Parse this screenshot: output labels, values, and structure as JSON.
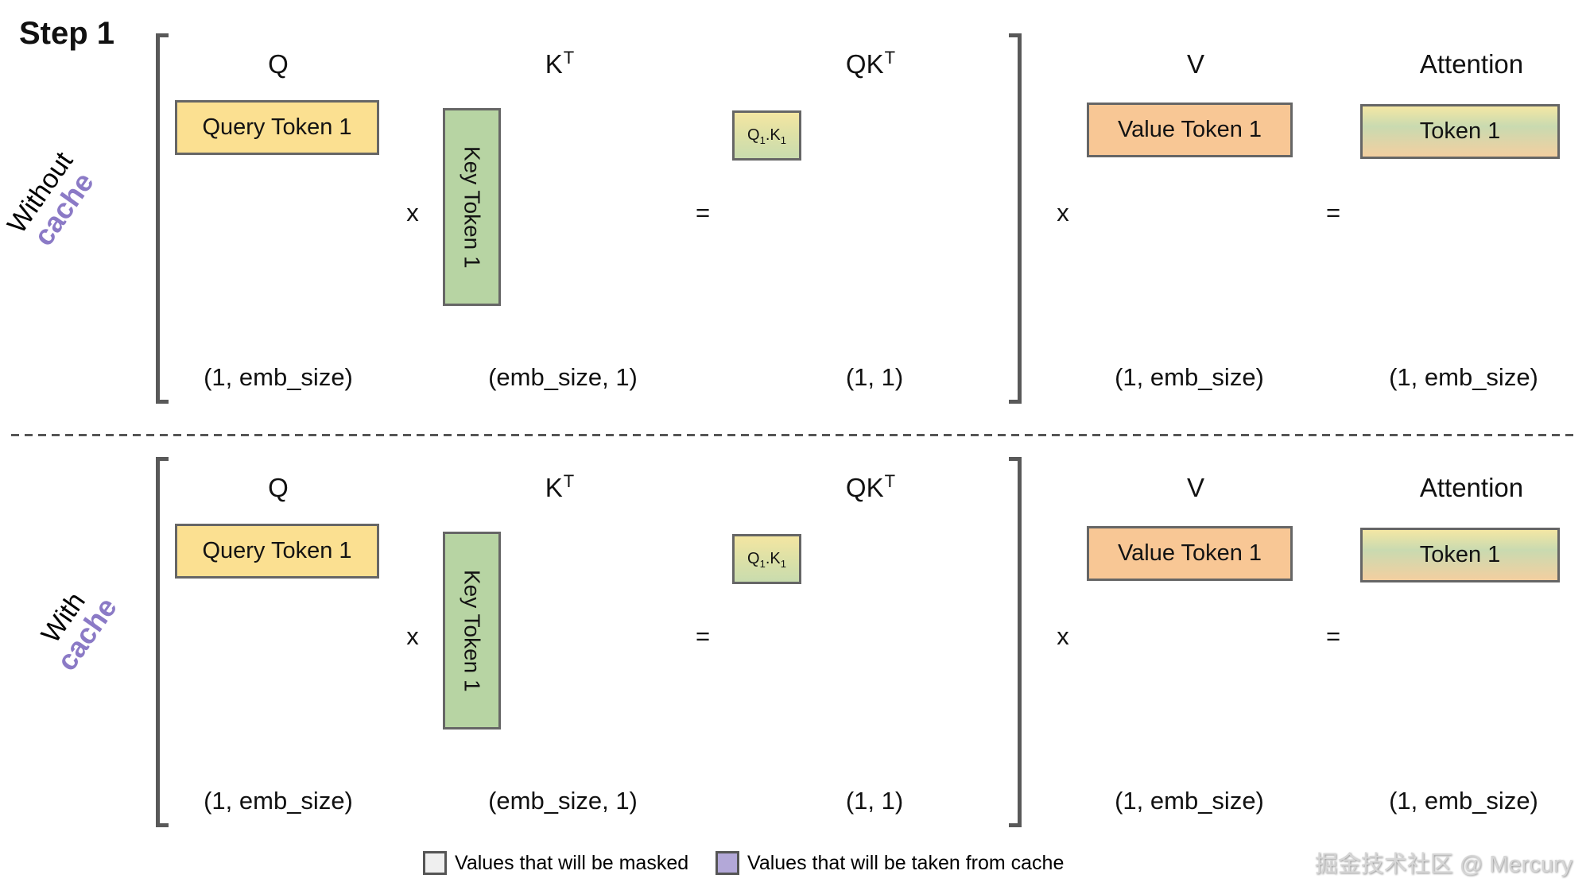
{
  "step_label": "Step 1",
  "operators": {
    "times": "x",
    "equals": "="
  },
  "colors": {
    "query_box": "#fbe091",
    "key_box": "#b7d4a3",
    "value_box": "#f8c795",
    "qk_box_gradient_top": "#f4e6a2",
    "qk_box_gradient_bottom": "#c9dcae",
    "attention_box_gradient": [
      "#f4e7a4",
      "#c9dab0",
      "#f3cfa0"
    ],
    "purple_accent": "#8b7ac6",
    "legend_masked_swatch": "#efefef",
    "legend_cache_swatch": "#b3a8d8",
    "bracket": "#595959"
  },
  "sections": [
    {
      "row_label_black": "Without",
      "row_label_purple": "cache",
      "columns": {
        "q": "Q",
        "k_base": "K",
        "k_sup": "T",
        "qk_base": "QK",
        "qk_sup": "T",
        "v": "V",
        "attention": "Attention"
      },
      "boxes": {
        "query": "Query Token 1",
        "key": "Key Token 1",
        "qk_cell": {
          "q": "Q",
          "q_sub": "1",
          "dot": ".",
          "k": "K",
          "k_sub": "1"
        },
        "value": "Value Token 1",
        "attention": "Token 1"
      },
      "dims": {
        "q": "(1, emb_size)",
        "k": "(emb_size, 1)",
        "qk": "(1, 1)",
        "v": "(1, emb_size)",
        "attention": "(1, emb_size)"
      }
    },
    {
      "row_label_black": "With",
      "row_label_purple": "cache",
      "columns": {
        "q": "Q",
        "k_base": "K",
        "k_sup": "T",
        "qk_base": "QK",
        "qk_sup": "T",
        "v": "V",
        "attention": "Attention"
      },
      "boxes": {
        "query": "Query Token 1",
        "key": "Key Token 1",
        "qk_cell": {
          "q": "Q",
          "q_sub": "1",
          "dot": ".",
          "k": "K",
          "k_sub": "1"
        },
        "value": "Value Token 1",
        "attention": "Token 1"
      },
      "dims": {
        "q": "(1, emb_size)",
        "k": "(emb_size, 1)",
        "qk": "(1, 1)",
        "v": "(1, emb_size)",
        "attention": "(1, emb_size)"
      }
    }
  ],
  "legend": {
    "masked_label": "Values that will be masked",
    "cache_label": "Values that will be taken from cache"
  },
  "watermark": "掘金技术社区 @ Mercury"
}
